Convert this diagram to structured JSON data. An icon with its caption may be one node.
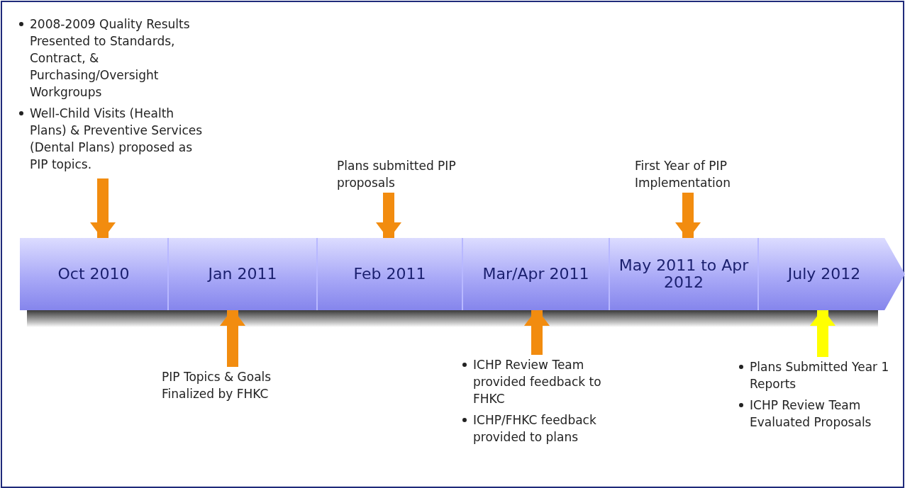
{
  "diagram": {
    "nodes": [
      {
        "text": [
          "2008-2009 Quality Results Presented to Standards, Contract, & Purchasing/Oversight Workgroups",
          "Well-Child Visits (Health Plans) & Preventive Services (Dental Plans) proposed as PIP topics."
        ]
      },
      {
        "text": [
          "Plans submitted PIP proposals"
        ]
      },
      {
        "text": [
          "First Year of PIP Implementation"
        ]
      },
      {
        "text": [
          "Oct 2010"
        ]
      },
      {
        "text": [
          "Jan 2011"
        ]
      },
      {
        "text": [
          "Feb 2011"
        ]
      },
      {
        "text": [
          "Mar/Apr 2011"
        ]
      },
      {
        "text": [
          "May 2011 to Apr 2012"
        ]
      },
      {
        "text": [
          "July 2012"
        ]
      },
      {
        "text": [
          "PIP Topics & Goals Finalized by FHKC"
        ]
      },
      {
        "text": [
          "ICHP Review Team provided feedback to FHKC",
          "ICHP/FHKC feedback provided to plans"
        ]
      },
      {
        "text": [
          "Plans Submitted Year 1 Reports",
          "ICHP Review Team Evaluated Proposals"
        ]
      }
    ],
    "edges": [
      {
        "from": 0,
        "to": 3,
        "arrow": "to"
      },
      {
        "from": 1,
        "to": 5,
        "arrow": "to"
      },
      {
        "from": 2,
        "to": 7,
        "arrow": "to"
      },
      {
        "from": 9,
        "to": 4,
        "arrow": "to"
      },
      {
        "from": 10,
        "to": 6,
        "arrow": "to"
      },
      {
        "from": 11,
        "to": 8,
        "arrow": "to",
        "color": "#ffff00"
      }
    ]
  }
}
